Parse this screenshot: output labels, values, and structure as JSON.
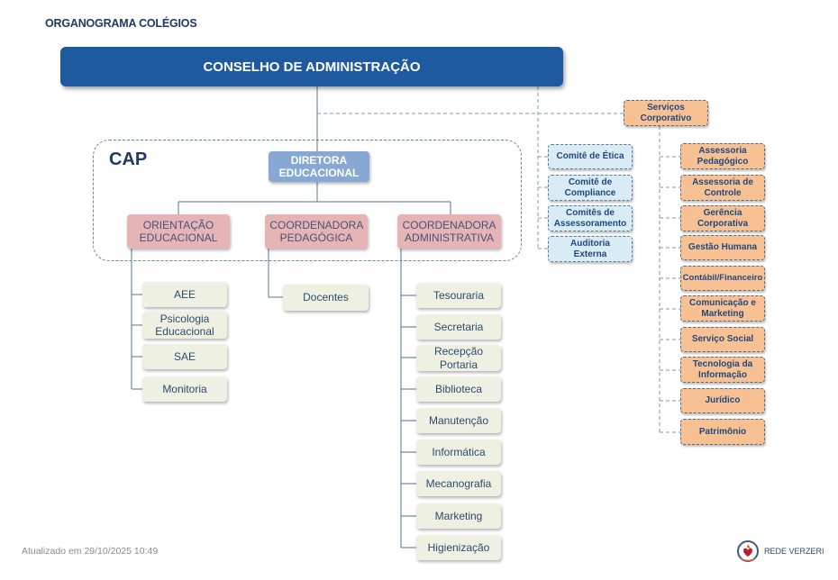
{
  "title": "ORGANOGRAMA COLÉGIOS",
  "board": "CONSELHO DE ADMINISTRAÇÃO",
  "cap": {
    "label": "CAP",
    "director": "DIRETORA EDUCACIONAL",
    "coordinators": [
      {
        "label": "ORIENTAÇÃO EDUCACIONAL",
        "children": [
          "AEE",
          "Psicologia Educacional",
          "SAE",
          "Monitoria"
        ]
      },
      {
        "label": "COORDENADORA PEDAGÓGICA",
        "children": [
          "Docentes"
        ]
      },
      {
        "label": "COORDENADORA ADMINISTRATIVA",
        "children": [
          "Tesouraria",
          "Secretaria",
          "Recepção Portaria",
          "Biblioteca",
          "Manutenção",
          "Informática",
          "Mecanografia",
          "Marketing",
          "Higienização"
        ]
      }
    ]
  },
  "committees": [
    "Comitê de Ética",
    "Comitê de Compliance",
    "Comitês de Assessoramento",
    "Auditoria Externa"
  ],
  "corporate": {
    "label": "Serviços Corporativo",
    "items": [
      "Assessoria Pedagógico",
      "Assessoria de Controle",
      "Gerência Corporativa",
      "Gestão Humana",
      "Contábil/Financeiro",
      "Comunicação e Marketing",
      "Serviço Social",
      "Tecnologia da Informação",
      "Jurídico",
      "Patrimônio"
    ]
  },
  "footer": "Atualizado em 29/10/2025 10:49",
  "logo": "REDE VERZERI",
  "colors": {
    "board": "#1f5aa0",
    "director": "#86a8d2",
    "coordinator": "#e6b4b4",
    "sub": "#eef1e2",
    "committee": "#d9ebf5",
    "corporate": "#f8c194"
  }
}
